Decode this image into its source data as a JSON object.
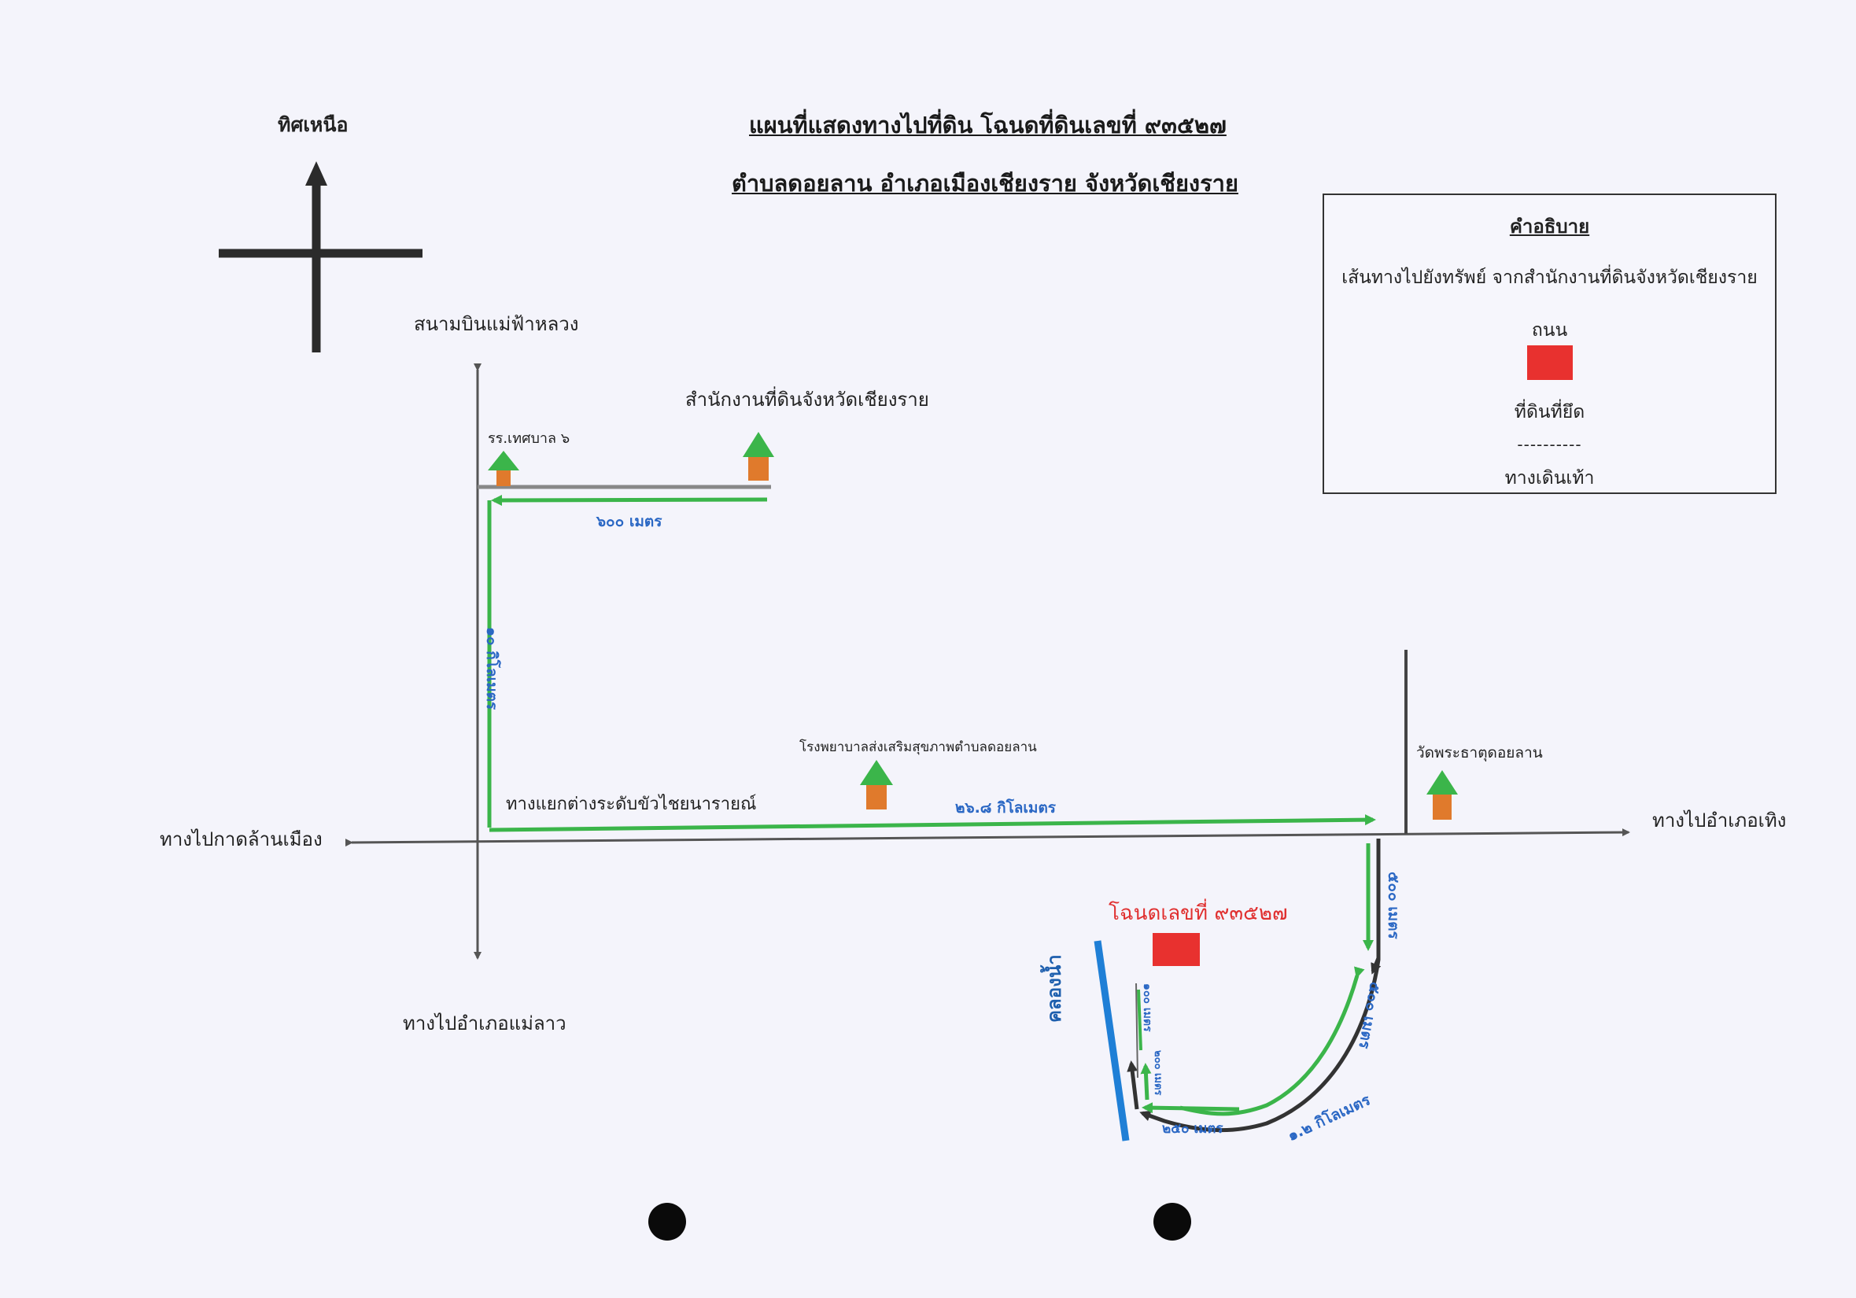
{
  "title": {
    "line1": "แผนที่แสดงทางไปที่ดิน โฉนดที่ดินเลขที่ ๙๓๕๒๗",
    "line2": "ตำบลดอยลาน อำเภอเมืองเชียงราย จังหวัดเชียงราย"
  },
  "compass": {
    "label": "ทิศเหนือ"
  },
  "legend": {
    "title": "คำอธิบาย",
    "route_label": "เส้นทางไปยังทรัพย์ จากสำนักงานที่ดินจังหวัดเชียงราย",
    "road_label": "ถนน",
    "land_label": "ที่ดินที่ยึด",
    "dash_mark": "----------",
    "footpath_label": "ทางเดินเท้า"
  },
  "places": {
    "airport": "สนามบินแม่ฟ้าหลวง",
    "land_office": "สำนักงานที่ดินจังหวัดเชียงราย",
    "school": "รร.เทศบาล ๖",
    "intersection": "ทางแยกต่างระดับขัวไชยนารายณ์",
    "hospital": "โรงพยาบาลส่งเสริมสุขภาพตำบลดอยลาน",
    "temple": "วัดพระธาตุดอยลาน",
    "to_kad": "ทางไปกาดล้านเมือง",
    "to_thoeng": "ทางไปอำเภอเทิง",
    "to_maelao": "ทางไปอำเภอแม่ลาว",
    "parcel": "โฉนดเลขที่ ๙๓๕๒๗",
    "canal": "คลองน้ำ"
  },
  "distances": {
    "d_600": "๖๐๐ เมตร",
    "d_10km": "๑๐ กิโลเมตร",
    "d_26_8km": "๒๖.๘ กิโลเมตร",
    "d_500a": "๕๐๐ เมตร",
    "d_500b": "๕๐๐ เมตร",
    "d_1_2km": "๑.๒ กิโลเมตร",
    "d_250": "๒๕๐ เมตร",
    "d_100": "๑๐๐ เมตร",
    "d_200": "๒๐๐ เมตร"
  },
  "colors": {
    "route": "#3bb54a",
    "road": "#555555",
    "land": "#e8312f",
    "canal": "#1f7fd6",
    "parcel_text": "#e03030",
    "distance_text": "#2a67c4"
  },
  "icons": [
    "north-arrow-icon",
    "landmark-arrow-icon",
    "land-parcel-icon",
    "punch-hole-icon"
  ]
}
